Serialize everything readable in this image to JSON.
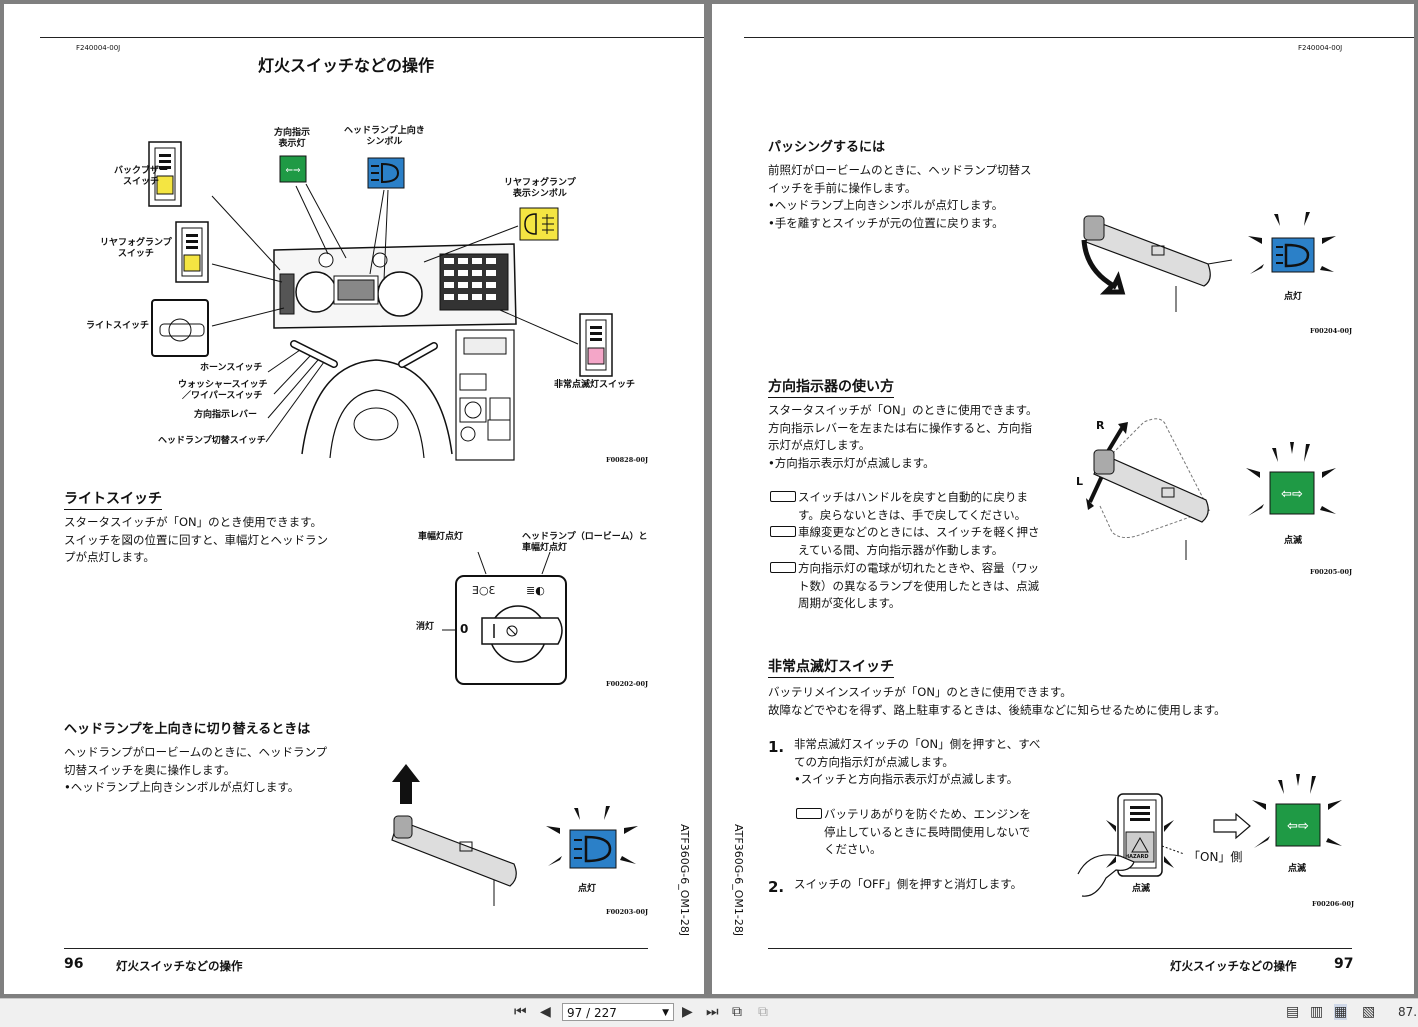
{
  "left_page": {
    "doc_code": "F240004-00J",
    "title": "灯火スイッチなどの操作",
    "overview_labels": {
      "turn_indicator": [
        "方向指示",
        "表示灯"
      ],
      "headlamp_up_symbol": [
        "ヘッドランプ上向き",
        "シンボル"
      ],
      "rear_fog_symbol": [
        "リヤフォグランプ",
        "表示シンボル"
      ],
      "back_buzzer": [
        "バックブザー",
        "スイッチ"
      ],
      "rear_fog_switch": [
        "リヤフォグランプ",
        "スイッチ"
      ],
      "light_switch": "ライトスイッチ",
      "horn_switch": "ホーンスイッチ",
      "washer_switch": [
        "ウォッシャースイッチ",
        "／ワイパースイッチ"
      ],
      "turn_lever": "方向指示レバー",
      "headlamp_switch": "ヘッドランプ切替スイッチ",
      "hazard_switch": "非常点滅灯スイッチ"
    },
    "fig1": "F00828-00J",
    "light_switch_section": {
      "heading": "ライトスイッチ",
      "lines": [
        "スタータスイッチが「ON」のとき使用できます。",
        "スイッチを図の位置に回すと、車幅灯とヘッドラン",
        "プが点灯します。"
      ],
      "label_side_lamp": "車幅灯点灯",
      "label_head_low": [
        "ヘッドランプ（ロービーム）と",
        "車幅灯点灯"
      ],
      "label_off": "消灯",
      "off_symbol": "0",
      "fig": "F00202-00J"
    },
    "headlamp_up_section": {
      "heading": "ヘッドランプを上向きに切り替えるときは",
      "lines": [
        "ヘッドランプがロービームのときに、ヘッドランプ",
        "切替スイッチを奥に操作します。",
        "•ヘッドランプ上向きシンボルが点灯します。"
      ],
      "label_lit": "点灯",
      "fig": "F00203-00J"
    },
    "side_code": "ATF360G-6_OM1-28J",
    "page_number": "96",
    "footer_title": "灯火スイッチなどの操作"
  },
  "right_page": {
    "doc_code": "F240004-00J",
    "passing_section": {
      "heading": "パッシングするには",
      "lines": [
        "前照灯がロービームのときに、ヘッドランプ切替ス",
        "イッチを手前に操作します。",
        "•ヘッドランプ上向きシンボルが点灯します。",
        "•手を離すとスイッチが元の位置に戻ります。"
      ],
      "label_lit": "点灯",
      "fig": "F00204-00J"
    },
    "turn_section": {
      "heading": "方向指示器の使い方",
      "lines": [
        "スタータスイッチが「ON」のときに使用できます。",
        "方向指示レバーを左または右に操作すると、方向指",
        "示灯が点灯します。",
        "•方向指示表示灯が点滅します。"
      ],
      "memos": [
        [
          "スイッチはハンドルを戻すと自動的に戻りま",
          "す。戻らないときは、手で戻してください。"
        ],
        [
          "車線変更などのときには、スイッチを軽く押さ",
          "えている間、方向指示器が作動します。"
        ],
        [
          "方向指示灯の電球が切れたときや、容量（ワッ",
          "ト数）の異なるランプを使用したときは、点滅",
          "周期が変化します。"
        ]
      ],
      "label_r": "R",
      "label_l": "L",
      "label_blink": "点滅",
      "fig": "F00205-00J"
    },
    "hazard_section": {
      "heading": "非常点滅灯スイッチ",
      "lines": [
        "バッテリメインスイッチが「ON」のときに使用できます。",
        "故障などでやむを得ず、路上駐車するときは、後続車などに知らせるために使用します。"
      ],
      "step1_num": "1.",
      "step1": [
        "非常点滅灯スイッチの「ON」側を押すと、すべ",
        "ての方向指示灯が点滅します。",
        "•スイッチと方向指示表示灯が点滅します。"
      ],
      "memo": [
        "バッテリあがりを防ぐため、エンジンを",
        "停止しているときに長時間使用しないで",
        "ください。"
      ],
      "step2_num": "2.",
      "step2": "スイッチの「OFF」側を押すと消灯します。",
      "label_on_side": "「ON」側",
      "label_blink1": "点滅",
      "label_blink2": "点滅",
      "hazard_text": "HAZARD",
      "fig": "F00206-00J"
    },
    "side_code": "ATF360G-6_OM1-28J",
    "page_number": "97",
    "footer_title": "灯火スイッチなどの操作"
  },
  "toolbar": {
    "page_indicator": "97 / 227",
    "zoom": "87."
  },
  "colors": {
    "green": "#1f9a45",
    "blue": "#2b80c8",
    "yellow": "#f4e542",
    "pink": "#f4a6c8"
  }
}
